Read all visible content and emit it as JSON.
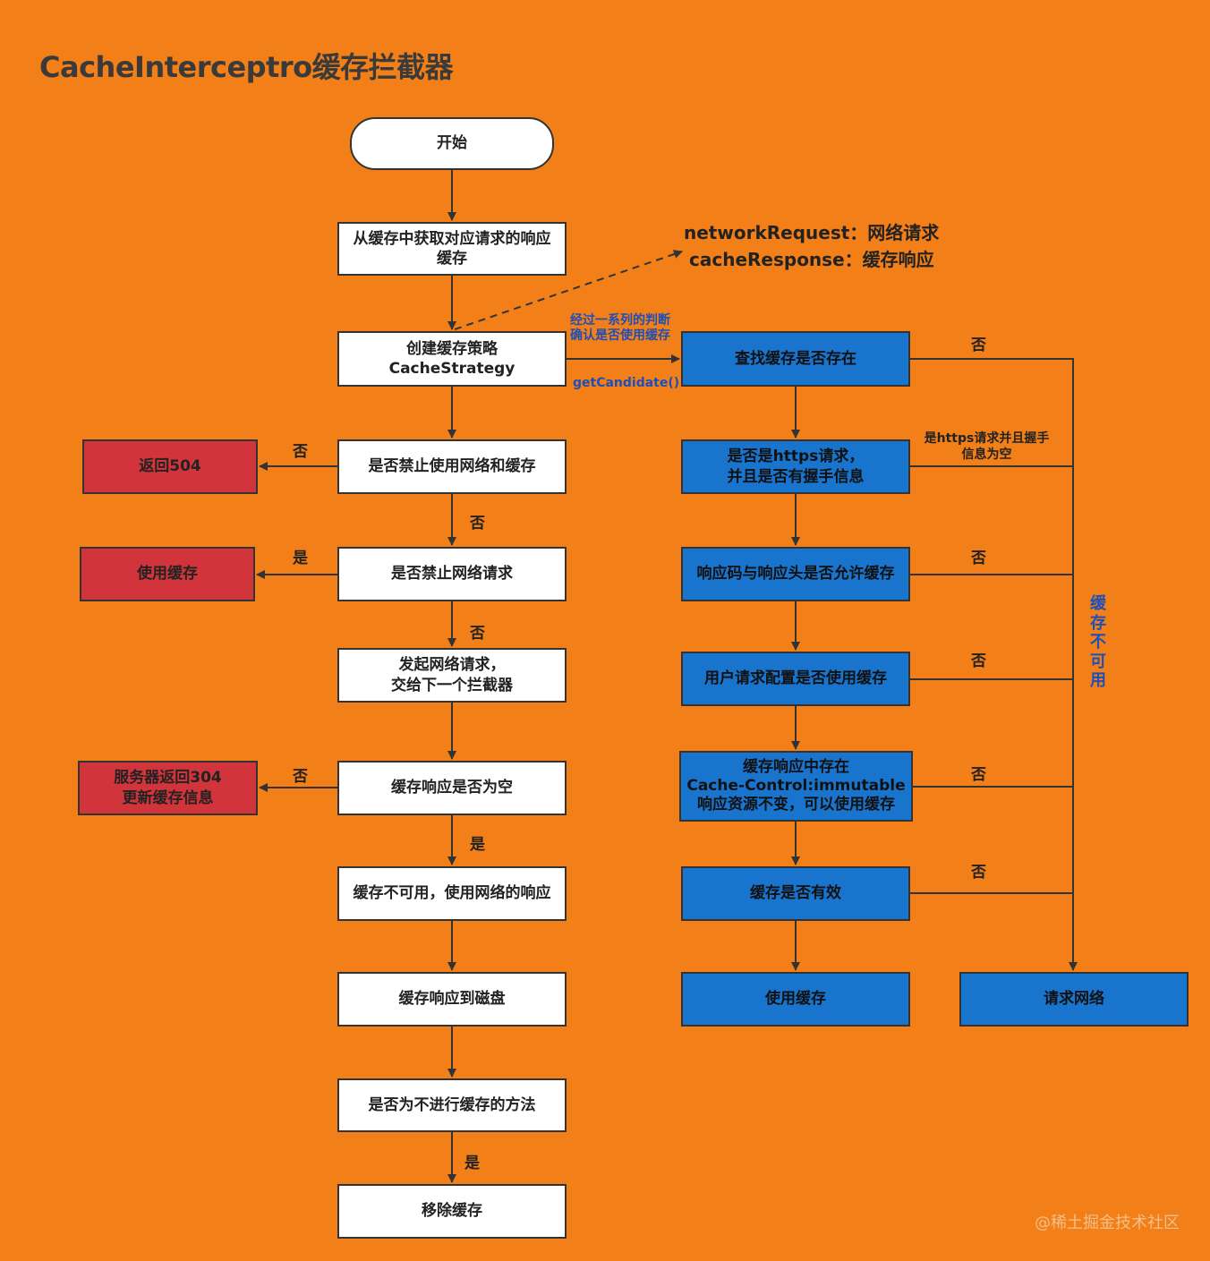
{
  "title": "CacheInterceptro缓存拦截器",
  "nodes": {
    "start": "开始",
    "get_cache": "从缓存中获取对应请求的响应\n缓存",
    "create_strategy": "创建缓存策略\nCacheStrategy",
    "forbid_net_cache": "是否禁止使用网络和缓存",
    "return_504": "返回504",
    "forbid_net": "是否禁止网络请求",
    "use_cache_left": "使用缓存",
    "send_request": "发起网络请求，\n交给下一个拦截器",
    "response_empty": "缓存响应是否为空",
    "server_304": "服务器返回304\n更新缓存信息",
    "cache_unavailable_use_net": "缓存不可用，使用网络的响应",
    "cache_to_disk": "缓存响应到磁盘",
    "no_cache_method": "是否为不进行缓存的方法",
    "remove_cache": "移除缓存",
    "find_cache": "查找缓存是否存在",
    "https_check": "是否是https请求，\n并且是否有握手信息",
    "code_header_allow": "响应码与响应头是否允许缓存",
    "user_config": "用户请求配置是否使用缓存",
    "immutable": "缓存响应中存在\nCache-Control:immutable\n响应资源不变，可以使用缓存",
    "cache_valid": "缓存是否有效",
    "use_cache_right": "使用缓存",
    "request_network": "请求网络"
  },
  "labels": {
    "no": "否",
    "yes": "是",
    "note_line1": "networkRequest：网络请求",
    "note_line2": "cacheResponse：缓存响应",
    "judge_note": "经过一系列的判断\n确认是否使用缓存",
    "get_candidate": "getCandidate()",
    "https_note": "是https请求并且握手\n信息为空",
    "cache_unavailable_vertical": "缓存不可用"
  },
  "watermark": "@稀土掘金技术社区",
  "colors": {
    "background": "#F27F17",
    "blue_box": "#1874CD",
    "red_box": "#D1343A",
    "white_box": "#FFFFFF",
    "blue_text": "#1E4FB8"
  }
}
